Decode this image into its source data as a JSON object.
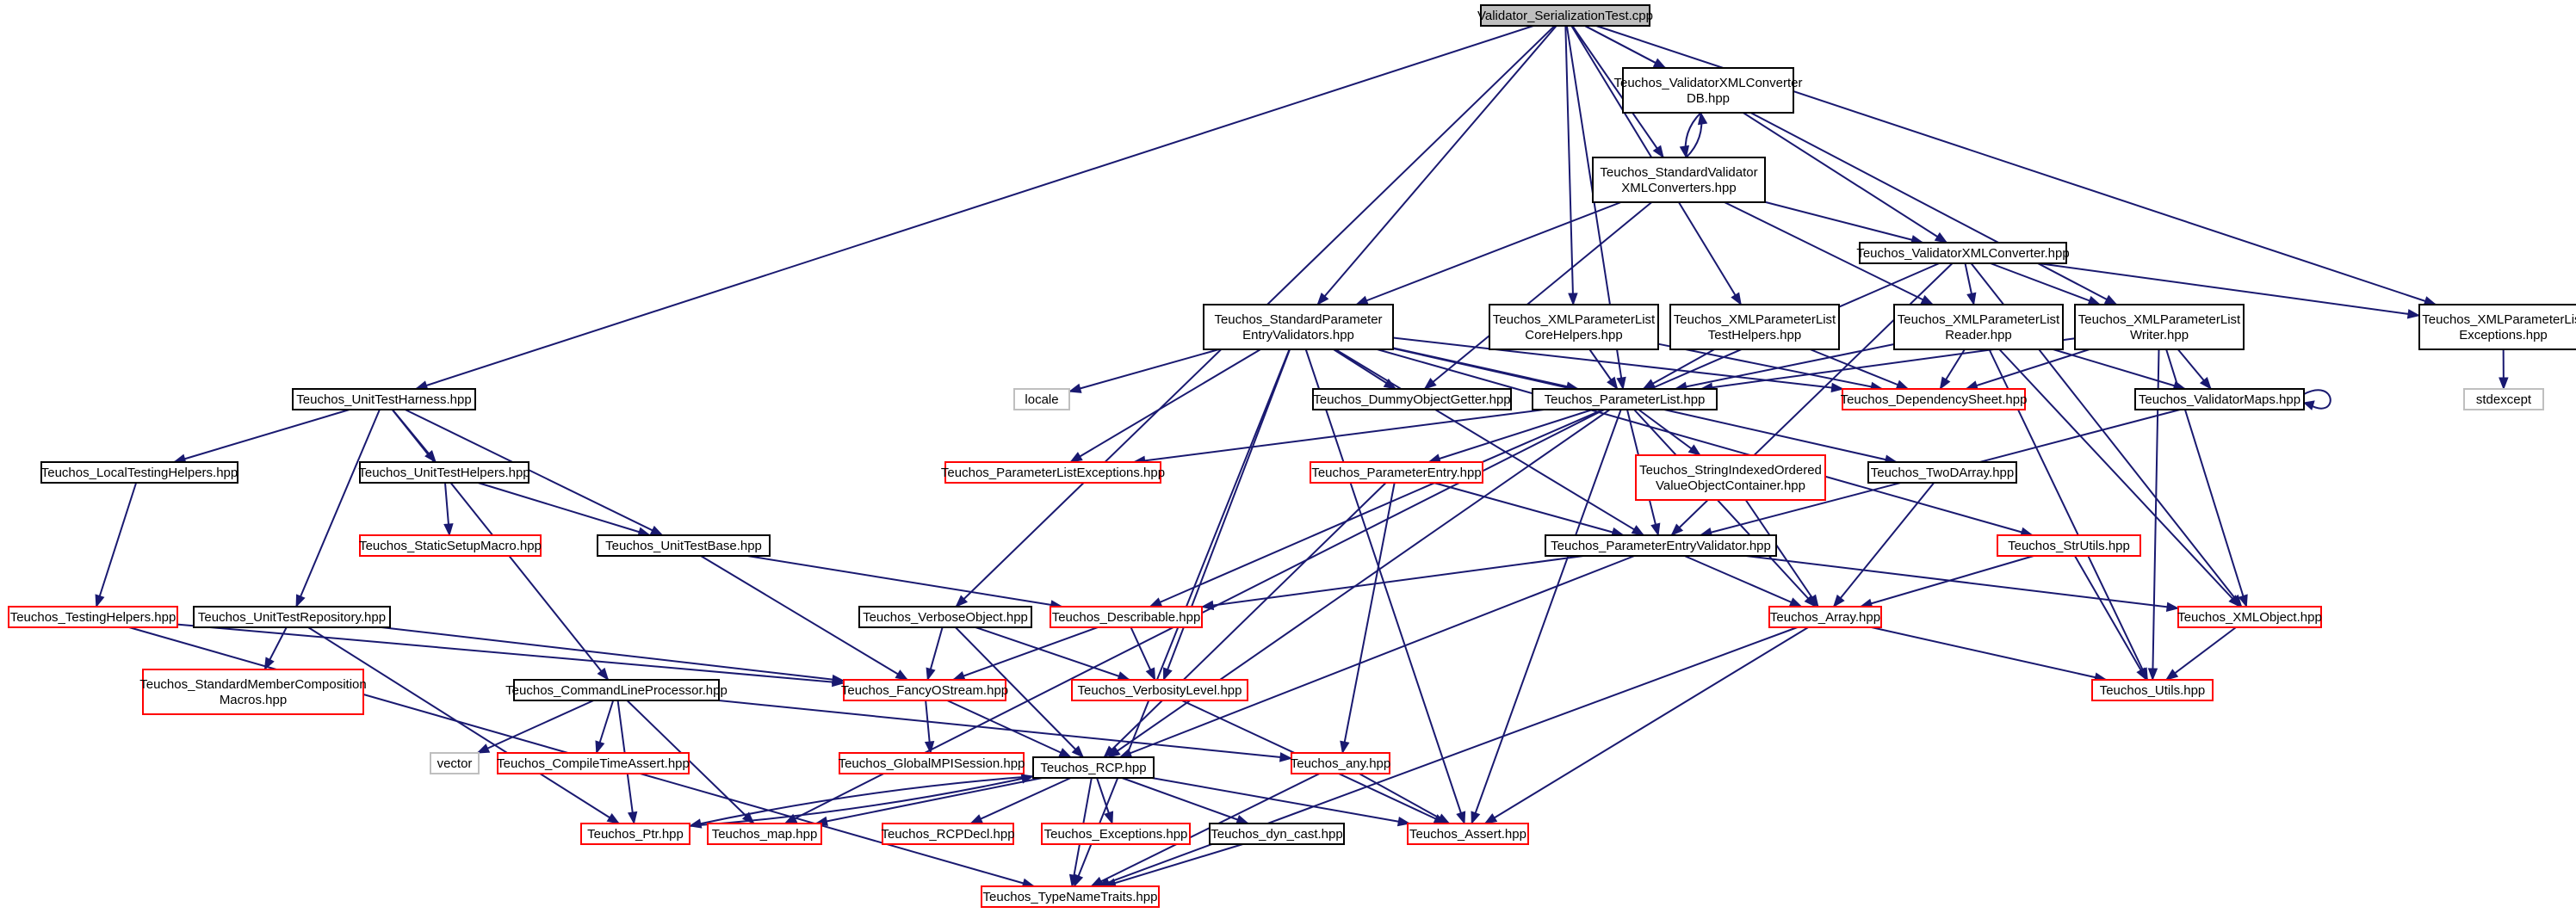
{
  "diagram": {
    "colors": {
      "edge": "#191970",
      "border_normal": "#000000",
      "border_truncated": "#ff0000",
      "border_system": "#bfbfbf",
      "fill_normal": "#ffffff",
      "fill_root": "#bfbfbf"
    },
    "nodes": [
      {
        "id": "root",
        "lines": [
          "Validator_SerializationTest.cpp"
        ],
        "kind": "root"
      },
      {
        "id": "vxcdb",
        "lines": [
          "Teuchos_ValidatorXMLConverter",
          "DB.hpp"
        ],
        "kind": "normal"
      },
      {
        "id": "svxc",
        "lines": [
          "Teuchos_StandardValidator",
          "XMLConverters.hpp"
        ],
        "kind": "normal"
      },
      {
        "id": "vxc",
        "lines": [
          "Teuchos_ValidatorXMLConverter.hpp"
        ],
        "kind": "normal"
      },
      {
        "id": "xplex",
        "lines": [
          "Teuchos_XMLParameterList",
          "Exceptions.hpp"
        ],
        "kind": "normal"
      },
      {
        "id": "stdexcept",
        "lines": [
          "stdexcept"
        ],
        "kind": "system"
      },
      {
        "id": "spev",
        "lines": [
          "Teuchos_StandardParameter",
          "EntryValidators.hpp"
        ],
        "kind": "normal"
      },
      {
        "id": "xplch",
        "lines": [
          "Teuchos_XMLParameterList",
          "CoreHelpers.hpp"
        ],
        "kind": "normal"
      },
      {
        "id": "xplth",
        "lines": [
          "Teuchos_XMLParameterList",
          "TestHelpers.hpp"
        ],
        "kind": "normal"
      },
      {
        "id": "xplr",
        "lines": [
          "Teuchos_XMLParameterList",
          "Reader.hpp"
        ],
        "kind": "normal"
      },
      {
        "id": "xplw",
        "lines": [
          "Teuchos_XMLParameterList",
          "Writer.hpp"
        ],
        "kind": "normal"
      },
      {
        "id": "uth",
        "lines": [
          "Teuchos_UnitTestHarness.hpp"
        ],
        "kind": "normal"
      },
      {
        "id": "locale",
        "lines": [
          "locale"
        ],
        "kind": "system"
      },
      {
        "id": "dog",
        "lines": [
          "Teuchos_DummyObjectGetter.hpp"
        ],
        "kind": "normal"
      },
      {
        "id": "pl",
        "lines": [
          "Teuchos_ParameterList.hpp"
        ],
        "kind": "normal"
      },
      {
        "id": "ds",
        "lines": [
          "Teuchos_DependencySheet.hpp"
        ],
        "kind": "truncated"
      },
      {
        "id": "vm",
        "lines": [
          "Teuchos_ValidatorMaps.hpp"
        ],
        "kind": "normal"
      },
      {
        "id": "lth",
        "lines": [
          "Teuchos_LocalTestingHelpers.hpp"
        ],
        "kind": "normal"
      },
      {
        "id": "uthelp",
        "lines": [
          "Teuchos_UnitTestHelpers.hpp"
        ],
        "kind": "normal"
      },
      {
        "id": "ple",
        "lines": [
          "Teuchos_ParameterListExceptions.hpp"
        ],
        "kind": "truncated"
      },
      {
        "id": "pe",
        "lines": [
          "Teuchos_ParameterEntry.hpp"
        ],
        "kind": "truncated"
      },
      {
        "id": "sio",
        "lines": [
          "Teuchos_StringIndexedOrdered",
          "ValueObjectContainer.hpp"
        ],
        "kind": "truncated"
      },
      {
        "id": "tda",
        "lines": [
          "Teuchos_TwoDArray.hpp"
        ],
        "kind": "normal"
      },
      {
        "id": "ssm",
        "lines": [
          "Teuchos_StaticSetupMacro.hpp"
        ],
        "kind": "truncated"
      },
      {
        "id": "utb",
        "lines": [
          "Teuchos_UnitTestBase.hpp"
        ],
        "kind": "normal"
      },
      {
        "id": "pev",
        "lines": [
          "Teuchos_ParameterEntryValidator.hpp"
        ],
        "kind": "normal"
      },
      {
        "id": "su",
        "lines": [
          "Teuchos_StrUtils.hpp"
        ],
        "kind": "truncated"
      },
      {
        "id": "th",
        "lines": [
          "Teuchos_TestingHelpers.hpp"
        ],
        "kind": "truncated"
      },
      {
        "id": "utr",
        "lines": [
          "Teuchos_UnitTestRepository.hpp"
        ],
        "kind": "normal"
      },
      {
        "id": "vo",
        "lines": [
          "Teuchos_VerboseObject.hpp"
        ],
        "kind": "normal"
      },
      {
        "id": "desc",
        "lines": [
          "Teuchos_Describable.hpp"
        ],
        "kind": "truncated"
      },
      {
        "id": "arr",
        "lines": [
          "Teuchos_Array.hpp"
        ],
        "kind": "truncated"
      },
      {
        "id": "xo",
        "lines": [
          "Teuchos_XMLObject.hpp"
        ],
        "kind": "truncated"
      },
      {
        "id": "smc",
        "lines": [
          "Teuchos_StandardMemberComposition",
          "Macros.hpp"
        ],
        "kind": "truncated"
      },
      {
        "id": "clp",
        "lines": [
          "Teuchos_CommandLineProcessor.hpp"
        ],
        "kind": "normal"
      },
      {
        "id": "fos",
        "lines": [
          "Teuchos_FancyOStream.hpp"
        ],
        "kind": "truncated"
      },
      {
        "id": "vl",
        "lines": [
          "Teuchos_VerbosityLevel.hpp"
        ],
        "kind": "truncated"
      },
      {
        "id": "utils",
        "lines": [
          "Teuchos_Utils.hpp"
        ],
        "kind": "truncated"
      },
      {
        "id": "vector",
        "lines": [
          "vector"
        ],
        "kind": "system"
      },
      {
        "id": "cta",
        "lines": [
          "Teuchos_CompileTimeAssert.hpp"
        ],
        "kind": "truncated"
      },
      {
        "id": "gmpi",
        "lines": [
          "Teuchos_GlobalMPISession.hpp"
        ],
        "kind": "truncated"
      },
      {
        "id": "rcp",
        "lines": [
          "Teuchos_RCP.hpp"
        ],
        "kind": "normal"
      },
      {
        "id": "any",
        "lines": [
          "Teuchos_any.hpp"
        ],
        "kind": "truncated"
      },
      {
        "id": "ptr",
        "lines": [
          "Teuchos_Ptr.hpp"
        ],
        "kind": "truncated"
      },
      {
        "id": "map",
        "lines": [
          "Teuchos_map.hpp"
        ],
        "kind": "truncated"
      },
      {
        "id": "rcpdecl",
        "lines": [
          "Teuchos_RCPDecl.hpp"
        ],
        "kind": "truncated"
      },
      {
        "id": "exc",
        "lines": [
          "Teuchos_Exceptions.hpp"
        ],
        "kind": "truncated"
      },
      {
        "id": "dyn",
        "lines": [
          "Teuchos_dyn_cast.hpp"
        ],
        "kind": "normal"
      },
      {
        "id": "assert",
        "lines": [
          "Teuchos_Assert.hpp"
        ],
        "kind": "truncated"
      },
      {
        "id": "tnt",
        "lines": [
          "Teuchos_TypeNameTraits.hpp"
        ],
        "kind": "truncated"
      }
    ],
    "edges": [
      [
        "root",
        "vxcdb"
      ],
      [
        "root",
        "svxc"
      ],
      [
        "root",
        "spev"
      ],
      [
        "root",
        "xplch"
      ],
      [
        "root",
        "xplth"
      ],
      [
        "root",
        "pl"
      ],
      [
        "root",
        "xplw"
      ],
      [
        "root",
        "xplex"
      ],
      [
        "root",
        "uth"
      ],
      [
        "root",
        "vo"
      ],
      [
        "vxcdb",
        "svxc"
      ],
      [
        "vxcdb",
        "vxc"
      ],
      [
        "svxc",
        "vxcdb"
      ],
      [
        "svxc",
        "vxc"
      ],
      [
        "svxc",
        "spev"
      ],
      [
        "svxc",
        "xplr"
      ],
      [
        "svxc",
        "dog"
      ],
      [
        "vxc",
        "xplr"
      ],
      [
        "vxc",
        "xplw"
      ],
      [
        "vxc",
        "xplex"
      ],
      [
        "vxc",
        "pev"
      ],
      [
        "vxc",
        "xo"
      ],
      [
        "vxc",
        "desc"
      ],
      [
        "xplex",
        "stdexcept"
      ],
      [
        "spev",
        "locale"
      ],
      [
        "spev",
        "dog"
      ],
      [
        "spev",
        "pl"
      ],
      [
        "spev",
        "ds"
      ],
      [
        "spev",
        "tda"
      ],
      [
        "spev",
        "su"
      ],
      [
        "spev",
        "ple"
      ],
      [
        "spev",
        "pev"
      ],
      [
        "spev",
        "vl"
      ],
      [
        "spev",
        "assert"
      ],
      [
        "spev",
        "tnt"
      ],
      [
        "xplch",
        "pl"
      ],
      [
        "xplch",
        "ds"
      ],
      [
        "xplth",
        "pl"
      ],
      [
        "xplth",
        "ds"
      ],
      [
        "xplr",
        "pl"
      ],
      [
        "xplr",
        "ds"
      ],
      [
        "xplr",
        "vm"
      ],
      [
        "xplr",
        "xo"
      ],
      [
        "xplr",
        "utils"
      ],
      [
        "xplw",
        "pl"
      ],
      [
        "xplw",
        "ds"
      ],
      [
        "xplw",
        "vm"
      ],
      [
        "xplw",
        "xo"
      ],
      [
        "xplw",
        "utils"
      ],
      [
        "vm",
        "vm"
      ],
      [
        "vm",
        "pev"
      ],
      [
        "uth",
        "lth"
      ],
      [
        "uth",
        "uthelp"
      ],
      [
        "uth",
        "utb"
      ],
      [
        "uth",
        "utr"
      ],
      [
        "uth",
        "clp"
      ],
      [
        "pl",
        "ple"
      ],
      [
        "pl",
        "pe"
      ],
      [
        "pl",
        "sio"
      ],
      [
        "pl",
        "pev"
      ],
      [
        "pl",
        "arr"
      ],
      [
        "pl",
        "map"
      ],
      [
        "pl",
        "rcp"
      ],
      [
        "pl",
        "assert"
      ],
      [
        "lth",
        "th"
      ],
      [
        "uthelp",
        "ssm"
      ],
      [
        "uthelp",
        "utb"
      ],
      [
        "utb",
        "desc"
      ],
      [
        "utb",
        "fos"
      ],
      [
        "pe",
        "pev"
      ],
      [
        "pe",
        "any"
      ],
      [
        "pe",
        "rcp"
      ],
      [
        "sio",
        "arr"
      ],
      [
        "tda",
        "arr"
      ],
      [
        "pev",
        "desc"
      ],
      [
        "pev",
        "arr"
      ],
      [
        "pev",
        "xo"
      ],
      [
        "pev",
        "rcp"
      ],
      [
        "su",
        "arr"
      ],
      [
        "su",
        "utils"
      ],
      [
        "th",
        "fos"
      ],
      [
        "th",
        "tnt"
      ],
      [
        "utr",
        "smc"
      ],
      [
        "utr",
        "fos"
      ],
      [
        "utr",
        "ptr"
      ],
      [
        "vo",
        "fos"
      ],
      [
        "vo",
        "vl"
      ],
      [
        "vo",
        "rcp"
      ],
      [
        "desc",
        "fos"
      ],
      [
        "desc",
        "vl"
      ],
      [
        "arr",
        "assert"
      ],
      [
        "arr",
        "utils"
      ],
      [
        "arr",
        "tnt"
      ],
      [
        "xo",
        "utils"
      ],
      [
        "clp",
        "vector"
      ],
      [
        "clp",
        "cta"
      ],
      [
        "clp",
        "ptr"
      ],
      [
        "clp",
        "map"
      ],
      [
        "clp",
        "any"
      ],
      [
        "fos",
        "gmpi"
      ],
      [
        "fos",
        "rcp"
      ],
      [
        "vl",
        "assert"
      ],
      [
        "rcp",
        "ptr"
      ],
      [
        "rcp",
        "map"
      ],
      [
        "rcp",
        "rcpdecl"
      ],
      [
        "rcp",
        "exc"
      ],
      [
        "rcp",
        "dyn"
      ],
      [
        "rcp",
        "assert"
      ],
      [
        "rcp",
        "tnt"
      ],
      [
        "any",
        "assert"
      ],
      [
        "any",
        "tnt"
      ],
      [
        "ptr",
        "rcp"
      ],
      [
        "dyn",
        "tnt"
      ]
    ]
  }
}
